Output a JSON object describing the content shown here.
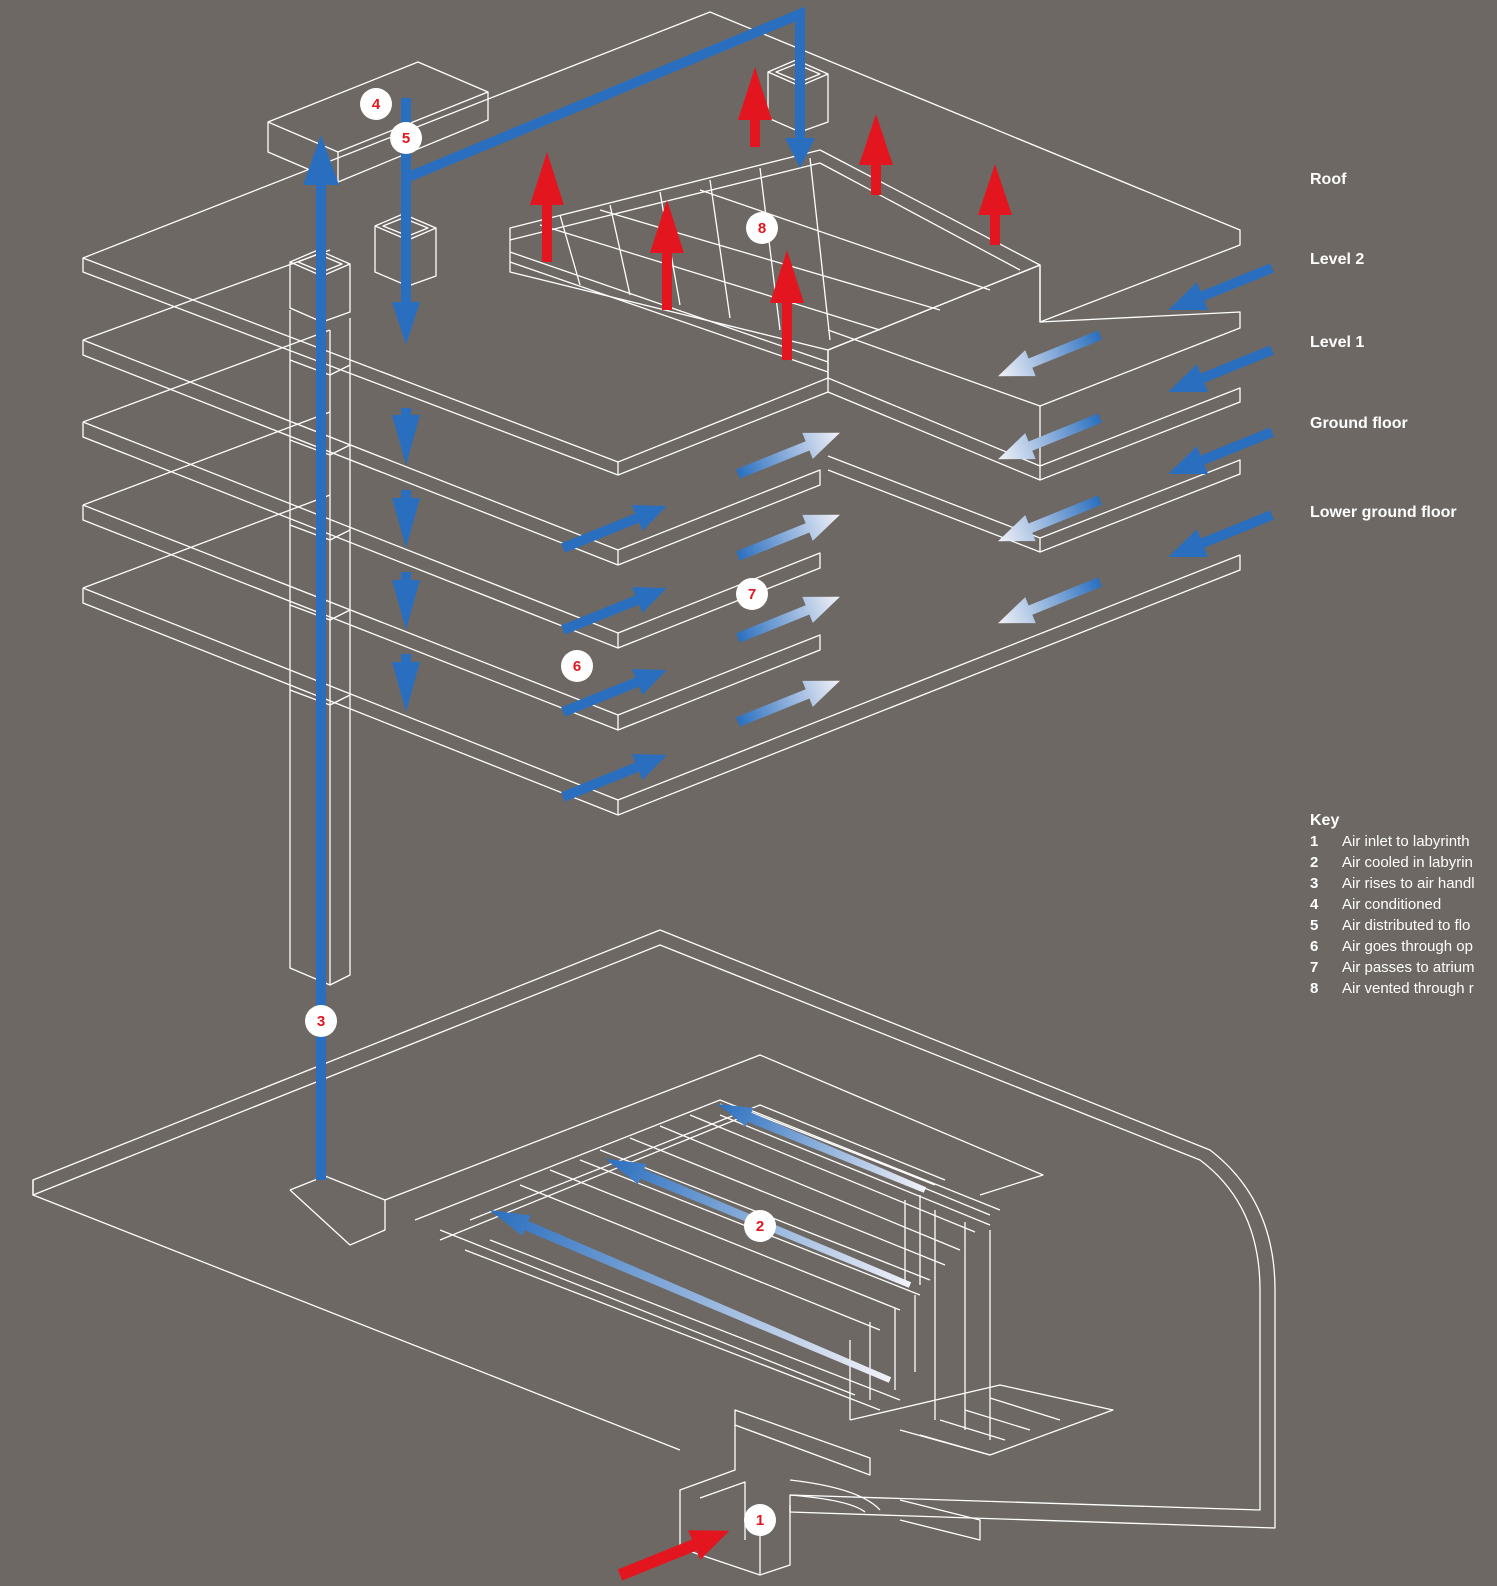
{
  "levels": [
    "Roof",
    "Level 2",
    "Level 1",
    "Ground floor",
    "Lower ground floor"
  ],
  "badges": [
    "1",
    "2",
    "3",
    "4",
    "5",
    "6",
    "7",
    "8"
  ],
  "key": {
    "title": "Key",
    "items": [
      {
        "num": "1",
        "text": "Air inlet to labyrinth"
      },
      {
        "num": "2",
        "text": "Air cooled in labyrin"
      },
      {
        "num": "3",
        "text": "Air rises to air handl"
      },
      {
        "num": "4",
        "text": "Air conditioned"
      },
      {
        "num": "5",
        "text": "Air distributed to flo"
      },
      {
        "num": "6",
        "text": "Air goes through op"
      },
      {
        "num": "7",
        "text": "Air passes to atrium"
      },
      {
        "num": "8",
        "text": "Air vented through r"
      }
    ]
  },
  "colors": {
    "background": "#6d6863",
    "outline": "#ffffff",
    "cool_air": "#2a6fbf",
    "warm_air": "#e3161f",
    "badge_fill": "#ffffff",
    "badge_text": "#e3161f"
  }
}
